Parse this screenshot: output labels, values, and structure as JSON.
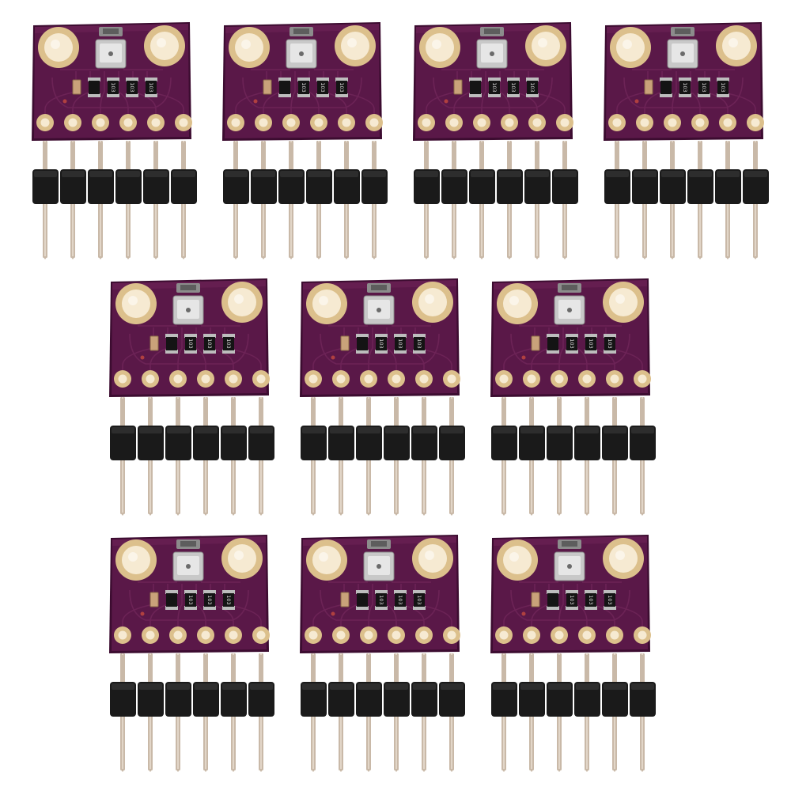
{
  "colors": {
    "background": "#ffffff",
    "pcb": "#5a1848",
    "pcb_edge": "#3c0c30",
    "pcb_highlight": "#7a2a62",
    "trace": "#6e2558",
    "pad_gold": "#dcc08c",
    "pad_hole": "#f6ead2",
    "sensor_body": "#c8c8c8",
    "sensor_cap": "#8c8c8c",
    "resistor": "#141414",
    "resistor_text": "#dddddd",
    "header_plastic": "#1a1a1a",
    "pin": "#c9b9a8"
  },
  "component_marking": "103",
  "modules": [
    {
      "row": 1,
      "col": 1
    },
    {
      "row": 1,
      "col": 2
    },
    {
      "row": 1,
      "col": 3
    },
    {
      "row": 1,
      "col": 4
    },
    {
      "row": 2,
      "col": 1
    },
    {
      "row": 2,
      "col": 2
    },
    {
      "row": 2,
      "col": 3
    },
    {
      "row": 3,
      "col": 1
    },
    {
      "row": 3,
      "col": 2
    },
    {
      "row": 3,
      "col": 3
    }
  ]
}
